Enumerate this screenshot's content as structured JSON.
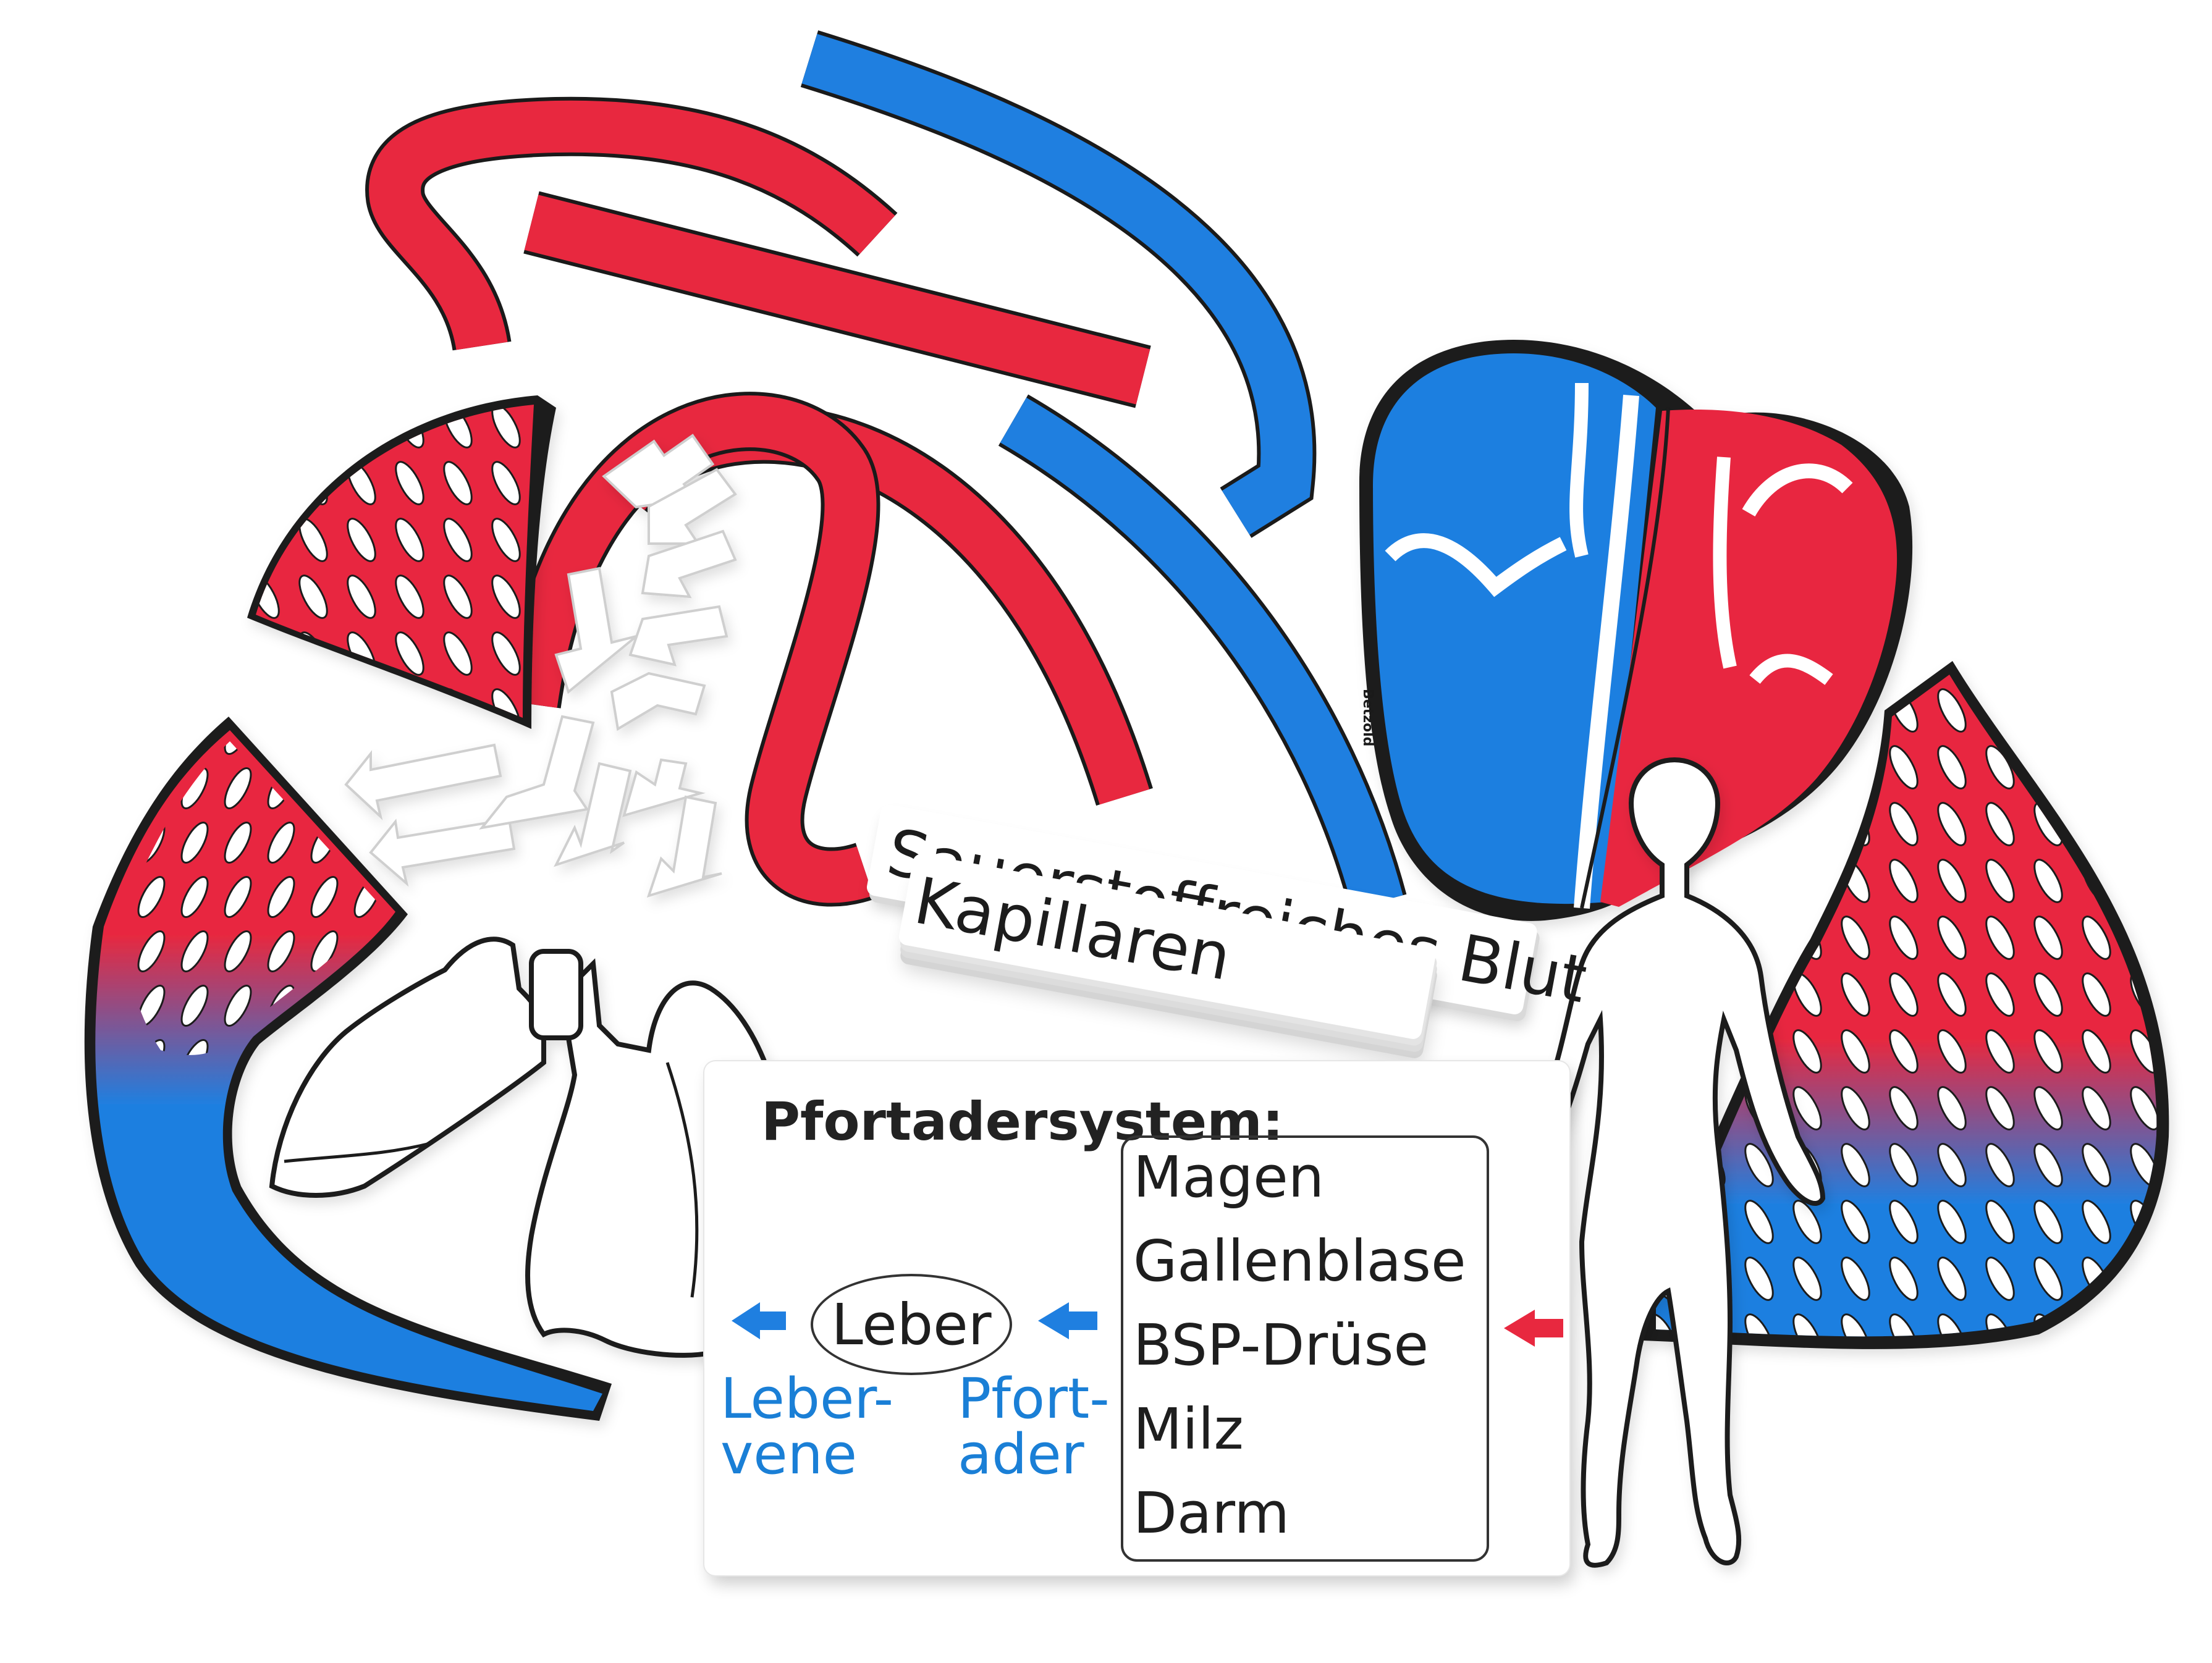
{
  "labels": {
    "strip_blood": "Sauerstoffreiches Blut",
    "strip_capillaries": "Kapillaren"
  },
  "card": {
    "title": "Pfortadersystem:",
    "organs": [
      "Magen",
      "Gallenblase",
      "BSP-Drüse",
      "Milz",
      "Darm"
    ],
    "center": "Leber",
    "left_label_line1": "Leber-",
    "left_label_line2": "vene",
    "right_label_line1": "Pfort-",
    "right_label_line2": "ader"
  },
  "brand": "Betzold",
  "colors": {
    "artery_red": "#e8283f",
    "vein_blue": "#1f7fe0",
    "outline": "#1a1a1a",
    "label_blue": "#1a7fd6",
    "arrow_red": "#e8283f",
    "arrow_blue": "#1f7fe0"
  }
}
